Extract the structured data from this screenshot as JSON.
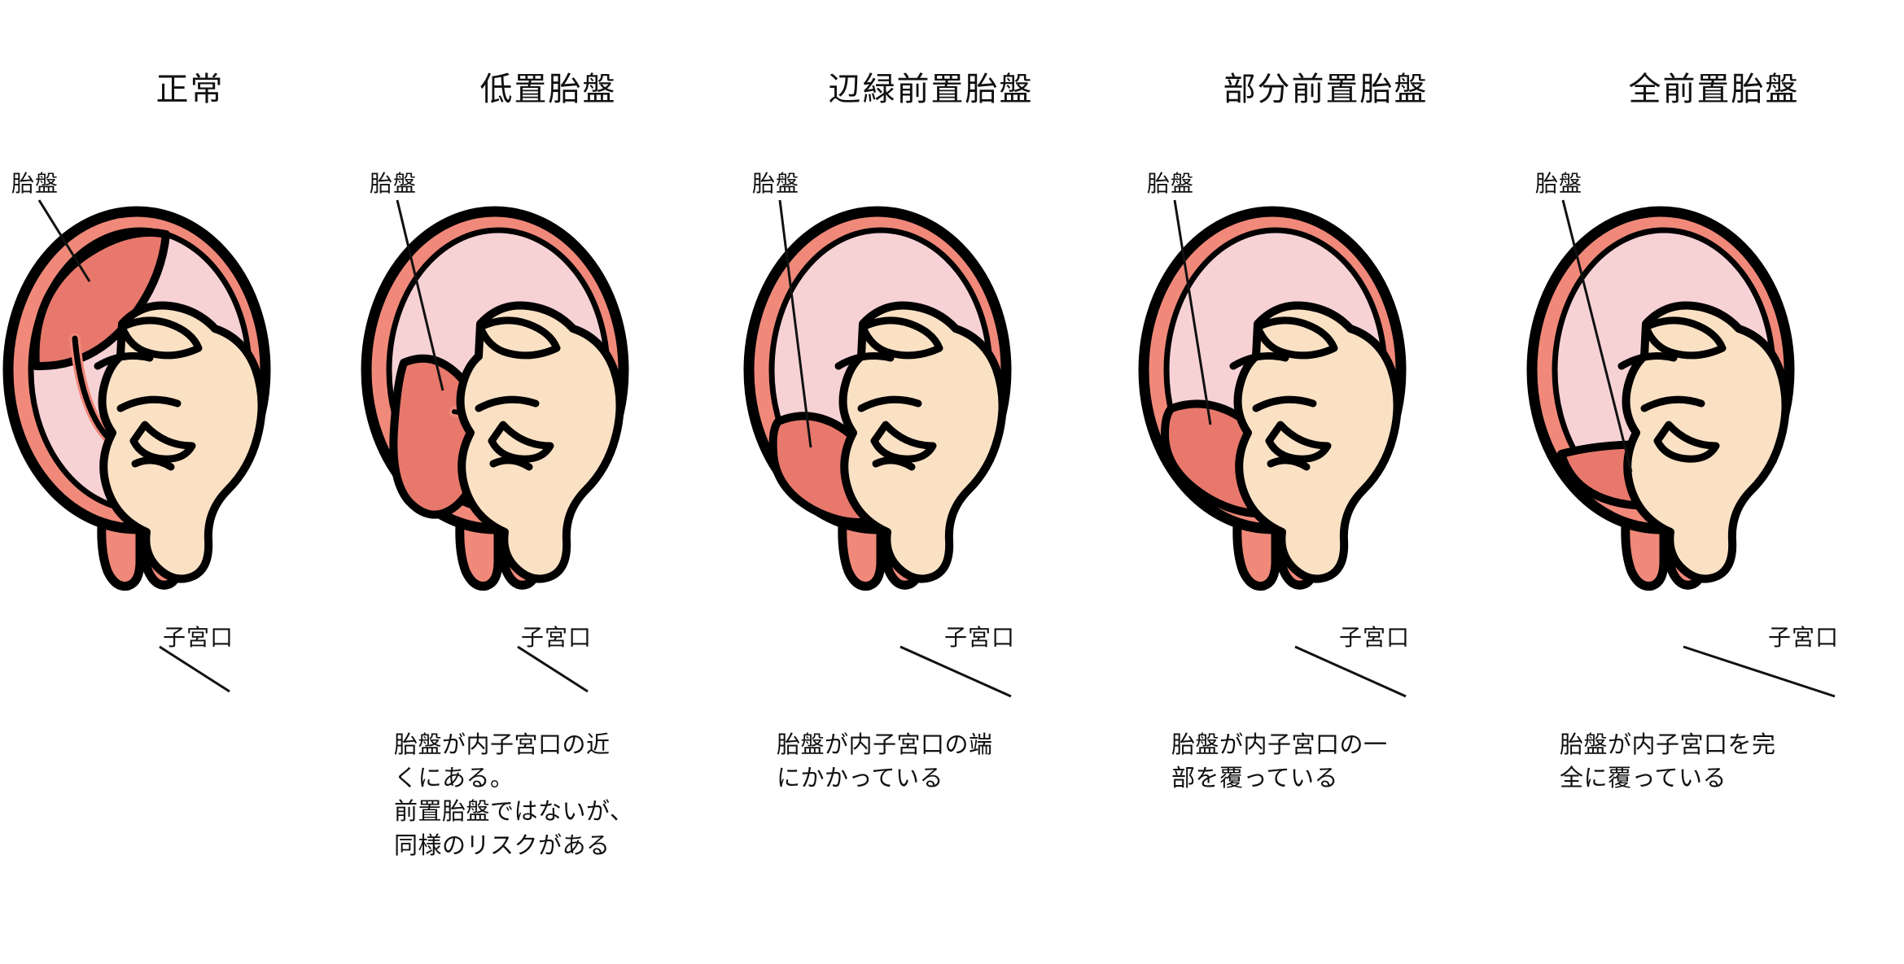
{
  "diagram": {
    "title_row_present": true,
    "label_placenta": "胎盤",
    "label_cervical_os": "子宮口",
    "colors": {
      "outline": "#000000",
      "myometrium": "#f0897a",
      "uterine_cavity": "#f7d2d5",
      "placenta": "#e8786c",
      "fetus": "#fae1c4",
      "background": "#ffffff",
      "text": "#111111"
    },
    "panels": [
      {
        "id": "normal",
        "title": "正常",
        "label_placenta": "胎盤",
        "label_cervical_os": "子宮口",
        "caption": "",
        "placenta_position": "fundal-upper-left"
      },
      {
        "id": "low-lying",
        "title": "低置胎盤",
        "label_placenta": "胎盤",
        "label_cervical_os": "子宮口",
        "caption": "胎盤が内子宮口の近\nくにある。\n前置胎盤ではないが、\n同様のリスクがある",
        "placenta_position": "mid-left-low"
      },
      {
        "id": "marginal-previa",
        "title": "辺緑前置胎盤",
        "label_placenta": "胎盤",
        "label_cervical_os": "子宮口",
        "caption": "胎盤が内子宮口の端\nにかかっている",
        "placenta_position": "lower-left-edge-of-os"
      },
      {
        "id": "partial-previa",
        "title": "部分前置胎盤",
        "label_placenta": "胎盤",
        "label_cervical_os": "子宮口",
        "caption": "胎盤が内子宮口の一\n部を覆っている",
        "placenta_position": "partially-covering-os"
      },
      {
        "id": "complete-previa",
        "title": "全前置胎盤",
        "label_placenta": "胎盤",
        "label_cervical_os": "子宮口",
        "caption": "胎盤が内子宮口を完\n全に覆っている",
        "placenta_position": "completely-covering-os"
      }
    ]
  }
}
